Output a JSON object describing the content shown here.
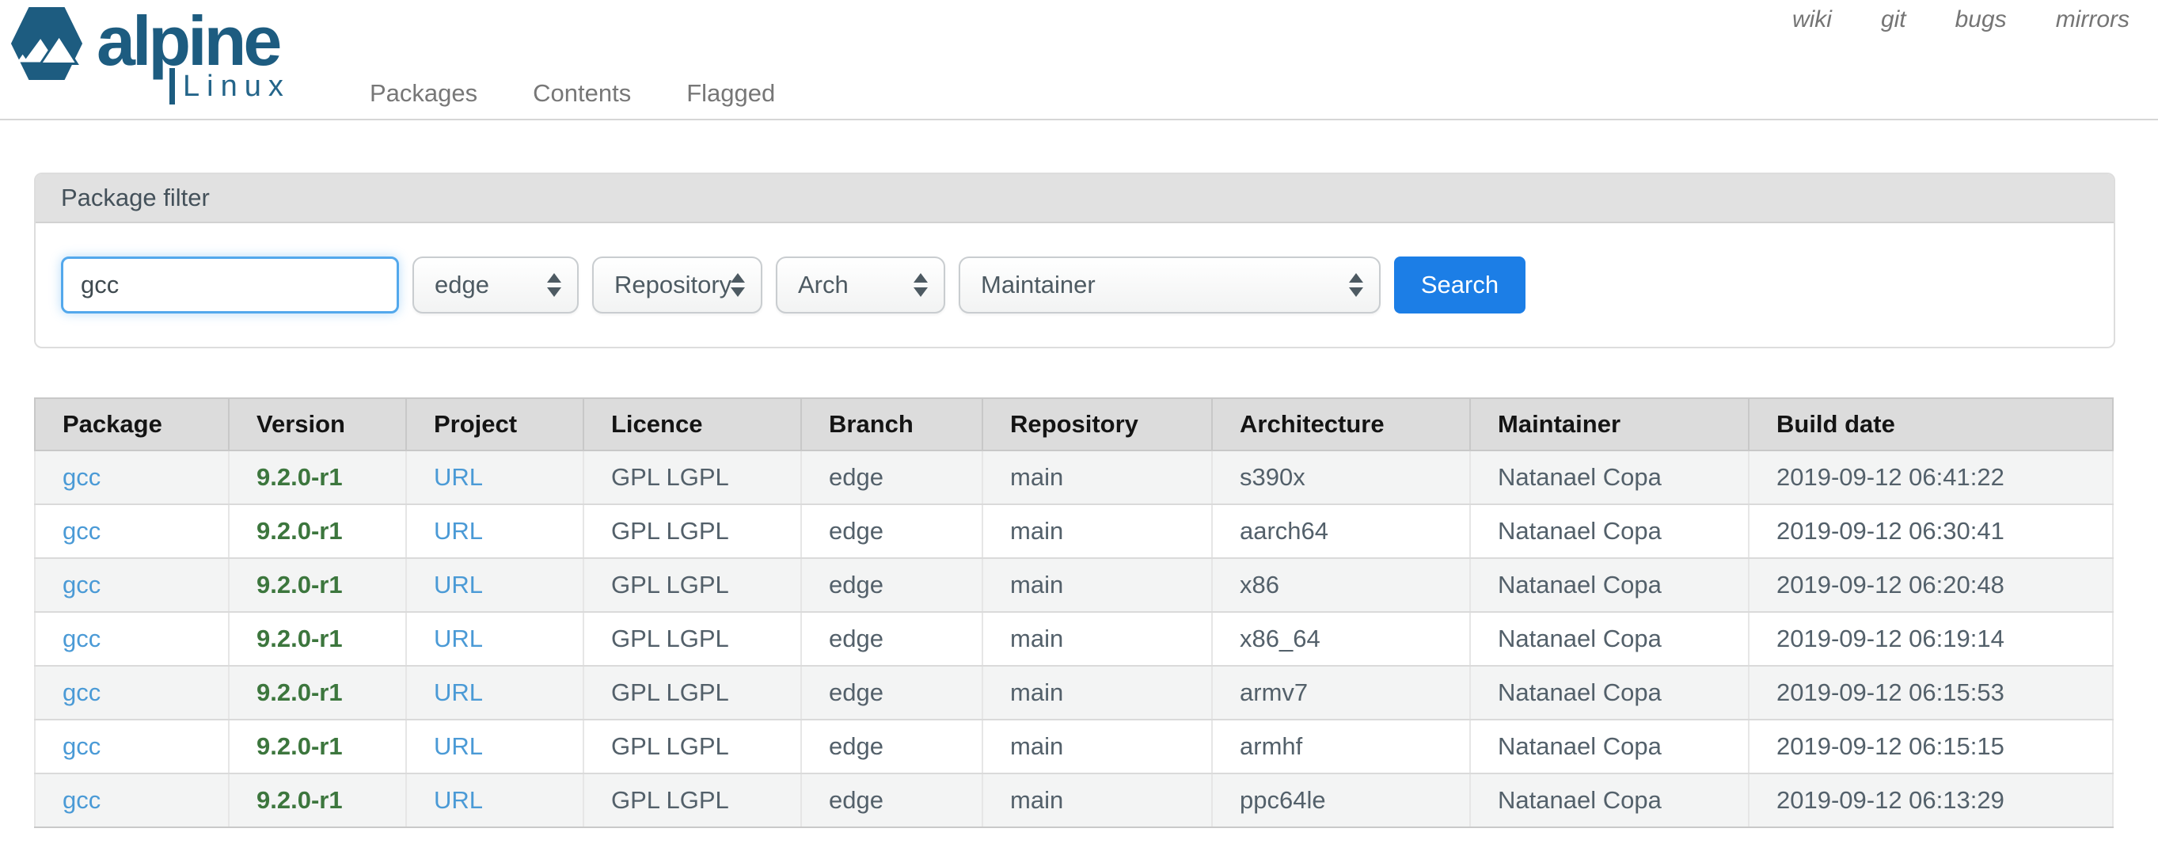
{
  "brand": {
    "name": "alpine",
    "sub": "Linux",
    "color": "#1d5c80"
  },
  "topbar": {
    "links": [
      "wiki",
      "git",
      "bugs",
      "mirrors"
    ]
  },
  "nav": {
    "items": [
      "Packages",
      "Contents",
      "Flagged"
    ]
  },
  "filter": {
    "title": "Package filter",
    "name_input": {
      "value": "gcc",
      "placeholder": ""
    },
    "branch_select": "edge",
    "repository_select": "Repository",
    "arch_select": "Arch",
    "maintainer_select": "Maintainer",
    "search_button": "Search"
  },
  "table": {
    "headers": [
      "Package",
      "Version",
      "Project",
      "Licence",
      "Branch",
      "Repository",
      "Architecture",
      "Maintainer",
      "Build date"
    ],
    "rows": [
      {
        "package": "gcc",
        "version": "9.2.0-r1",
        "project": "URL",
        "licence": "GPL LGPL",
        "branch": "edge",
        "repository": "main",
        "architecture": "s390x",
        "maintainer": "Natanael Copa",
        "build_date": "2019-09-12 06:41:22"
      },
      {
        "package": "gcc",
        "version": "9.2.0-r1",
        "project": "URL",
        "licence": "GPL LGPL",
        "branch": "edge",
        "repository": "main",
        "architecture": "aarch64",
        "maintainer": "Natanael Copa",
        "build_date": "2019-09-12 06:30:41"
      },
      {
        "package": "gcc",
        "version": "9.2.0-r1",
        "project": "URL",
        "licence": "GPL LGPL",
        "branch": "edge",
        "repository": "main",
        "architecture": "x86",
        "maintainer": "Natanael Copa",
        "build_date": "2019-09-12 06:20:48"
      },
      {
        "package": "gcc",
        "version": "9.2.0-r1",
        "project": "URL",
        "licence": "GPL LGPL",
        "branch": "edge",
        "repository": "main",
        "architecture": "x86_64",
        "maintainer": "Natanael Copa",
        "build_date": "2019-09-12 06:19:14"
      },
      {
        "package": "gcc",
        "version": "9.2.0-r1",
        "project": "URL",
        "licence": "GPL LGPL",
        "branch": "edge",
        "repository": "main",
        "architecture": "armv7",
        "maintainer": "Natanael Copa",
        "build_date": "2019-09-12 06:15:53"
      },
      {
        "package": "gcc",
        "version": "9.2.0-r1",
        "project": "URL",
        "licence": "GPL LGPL",
        "branch": "edge",
        "repository": "main",
        "architecture": "armhf",
        "maintainer": "Natanael Copa",
        "build_date": "2019-09-12 06:15:15"
      },
      {
        "package": "gcc",
        "version": "9.2.0-r1",
        "project": "URL",
        "licence": "GPL LGPL",
        "branch": "edge",
        "repository": "main",
        "architecture": "ppc64le",
        "maintainer": "Natanael Copa",
        "build_date": "2019-09-12 06:13:29"
      }
    ]
  },
  "colors": {
    "brand_blue": "#1d5c80",
    "link_blue": "#4a9ad6",
    "version_green": "#3c763d",
    "button_blue": "#1c7ee6",
    "input_focus_border": "#53a8ec",
    "panel_header_bg": "#e1e1e1",
    "table_header_bg": "#dcdcdc",
    "row_stripe_bg": "#f3f4f4"
  }
}
